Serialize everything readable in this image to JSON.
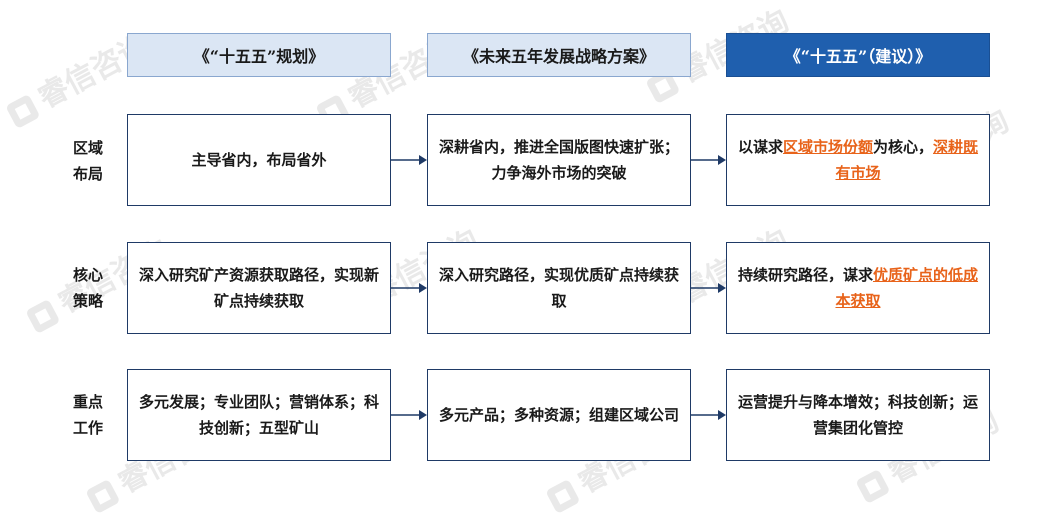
{
  "headers": [
    "《“十五五”规划》",
    "《未来五年发展战略方案》",
    "《“十五五”（建议）》"
  ],
  "rows": [
    {
      "label_line1": "区域",
      "label_line2": "布局",
      "col1": "主导省内，布局省外",
      "col2": "深耕省内，推进全国版图快速扩张；力争海外市场的突破",
      "col3_pre": "以谋求",
      "col3_hl1": "区域市场份额",
      "col3_mid": "为核心，",
      "col3_hl2": "深耕既有市场",
      "col3_post": ""
    },
    {
      "label_line1": "核心",
      "label_line2": "策略",
      "col1": "深入研究矿产资源获取路径，实现新矿点持续获取",
      "col2": "深入研究路径，实现优质矿点持续获取",
      "col3_pre": "持续研究路径，谋求",
      "col3_hl1": "优质矿点的低成本获取",
      "col3_mid": "",
      "col3_hl2": "",
      "col3_post": ""
    },
    {
      "label_line1": "重点",
      "label_line2": "工作",
      "col1": "多元发展；专业团队；营销体系；科技创新；五型矿山",
      "col2": "多元产品；多种资源；组建区域公司",
      "col3_pre": "运营提升与降本增效；科技创新；运营集团化管控",
      "col3_hl1": "",
      "col3_mid": "",
      "col3_hl2": "",
      "col3_post": ""
    }
  ],
  "watermark": "睿信咨询",
  "colors": {
    "header_light": "#dbe6f4",
    "header_dark": "#1f5fae",
    "border": "#1f3a66",
    "highlight": "#e8631a"
  }
}
